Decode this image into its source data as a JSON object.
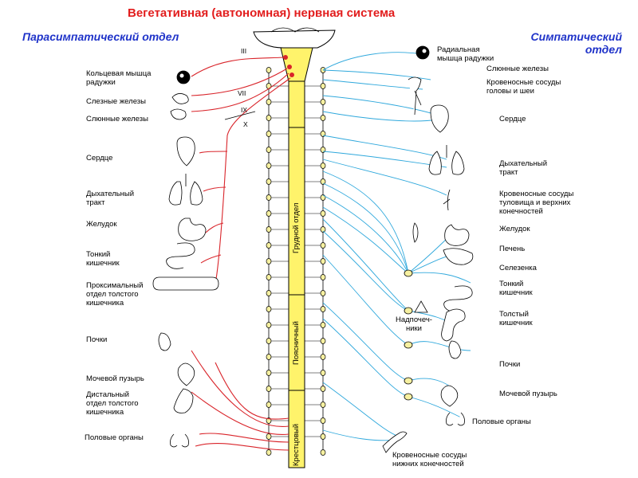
{
  "title": "Вегетативная (автономная) нервная система",
  "parasympathetic": {
    "heading": "Парасимпатический\nотдел",
    "labels": [
      "Кольцевая мышца\nрадужки",
      "Слезные железы",
      "Слюнные железы",
      "Сердце",
      "Дыхательный\nтракт",
      "Желудок",
      "Тонкий\nкишечник",
      "Проксимальный\nотдел толстого\nкишечника",
      "Почки",
      "Мочевой пузырь",
      "Дистальный\nотдел толстого\nкишечника",
      "Половые органы"
    ],
    "cranial_nerves": [
      "III",
      "VII",
      "IX",
      "X"
    ]
  },
  "sympathetic": {
    "heading": "Симпатический\nотдел",
    "labels": [
      "Радиальная\nмышца радужки",
      "Слюнные железы",
      "Кровеносные сосуды\nголовы и шеи",
      "Сердце",
      "Дыхательный\nтракт",
      "Кровеносные сосуды\nтуловища и верхних\nконечностей",
      "Желудок",
      "Печень",
      "Селезенка",
      "Тонкий\nкишечник",
      "Надпочеч-\nники",
      "Толстый\nкишечник",
      "Почки",
      "Мочевой пузырь",
      "Половые органы",
      "Кровеносные сосуды\nнижних конечностей"
    ]
  },
  "spinal_segments": [
    "Грудной отдел",
    "Поясничный",
    "Крестцовый"
  ],
  "colors": {
    "title": "#e21d1d",
    "heading": "#1f33c9",
    "parasympathetic_fibers": "#d9242a",
    "sympathetic_fibers": "#2fa8dc",
    "spinal_cord": "#fff36b",
    "ganglia": "#f6f0a0"
  }
}
